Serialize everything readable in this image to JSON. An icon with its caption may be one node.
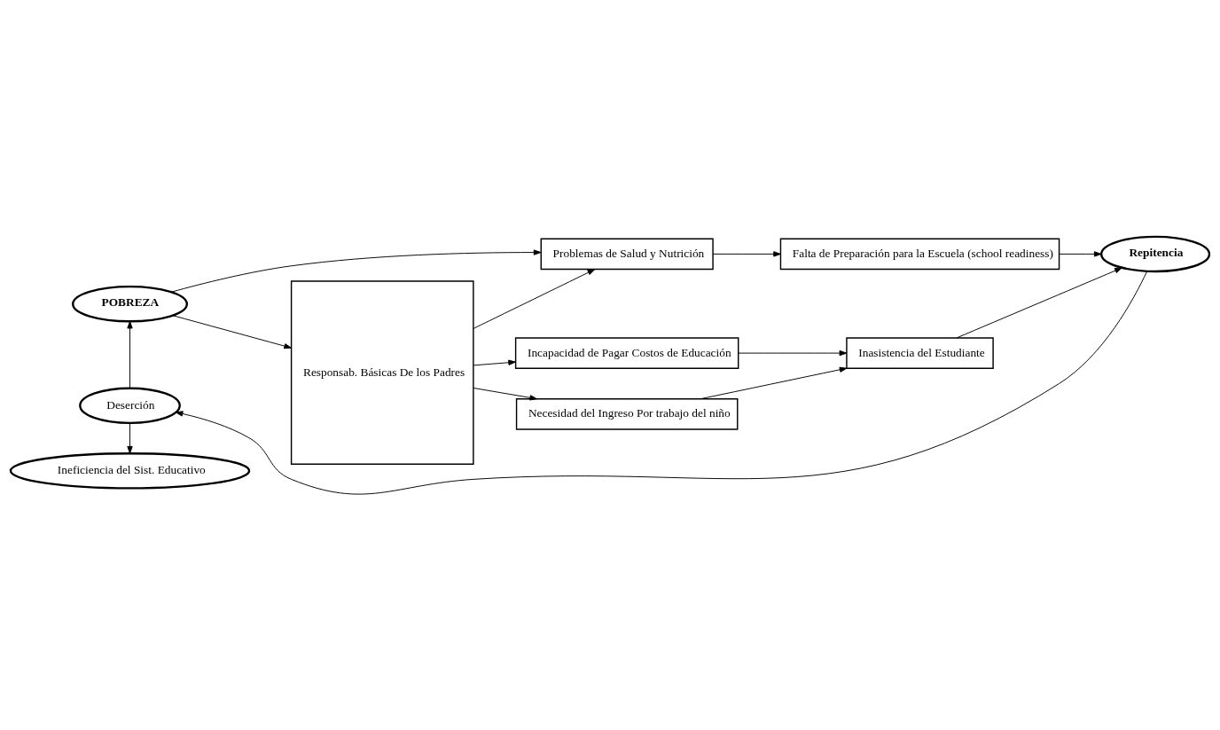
{
  "diagram": {
    "nodes": [
      {
        "text": [
          "POBREZA"
        ]
      },
      {
        "text": [
          "Ineficiencia del Sist. Educativo"
        ]
      },
      {
        "text": [
          "Deserción"
        ]
      },
      {
        "text": [
          "Responsab. Básicas De los Padres"
        ]
      },
      {
        "text": [
          "Problemas de Salud y Nutrición"
        ]
      },
      {
        "text": [
          "Falta de Preparación para la Escuela (school readiness)"
        ]
      },
      {
        "text": [
          "Incapacidad de Pagar Costos de Educación"
        ]
      },
      {
        "text": [
          "Repitencia"
        ]
      },
      {
        "text": [
          "**Inasistencia** del Estudiante"
        ]
      },
      {
        "text": [
          "Necesidad del Ingreso Por **trabajo del niño**"
        ]
      }
    ],
    "edges": [
      {
        "from": 0,
        "to": 3,
        "arrow": "to"
      },
      {
        "from": 0,
        "to": 4,
        "arrow": "to"
      },
      {
        "from": 3,
        "to": 4,
        "arrow": "to"
      },
      {
        "from": 3,
        "to": 6,
        "arrow": "to"
      },
      {
        "from": 3,
        "to": 9,
        "arrow": "to"
      },
      {
        "from": 4,
        "to": 5,
        "arrow": "to"
      },
      {
        "from": 6,
        "to": 8,
        "arrow": "to"
      },
      {
        "from": 9,
        "to": 8,
        "arrow": "to"
      },
      {
        "from": 5,
        "to": 7,
        "arrow": "to"
      },
      {
        "from": 8,
        "to": 7,
        "arrow": "to"
      },
      {
        "from": 7,
        "to": 2,
        "arrow": "to"
      },
      {
        "from": 2,
        "to": 0,
        "arrow": "to"
      },
      {
        "from": 2,
        "to": 1,
        "arrow": "to"
      }
    ]
  }
}
